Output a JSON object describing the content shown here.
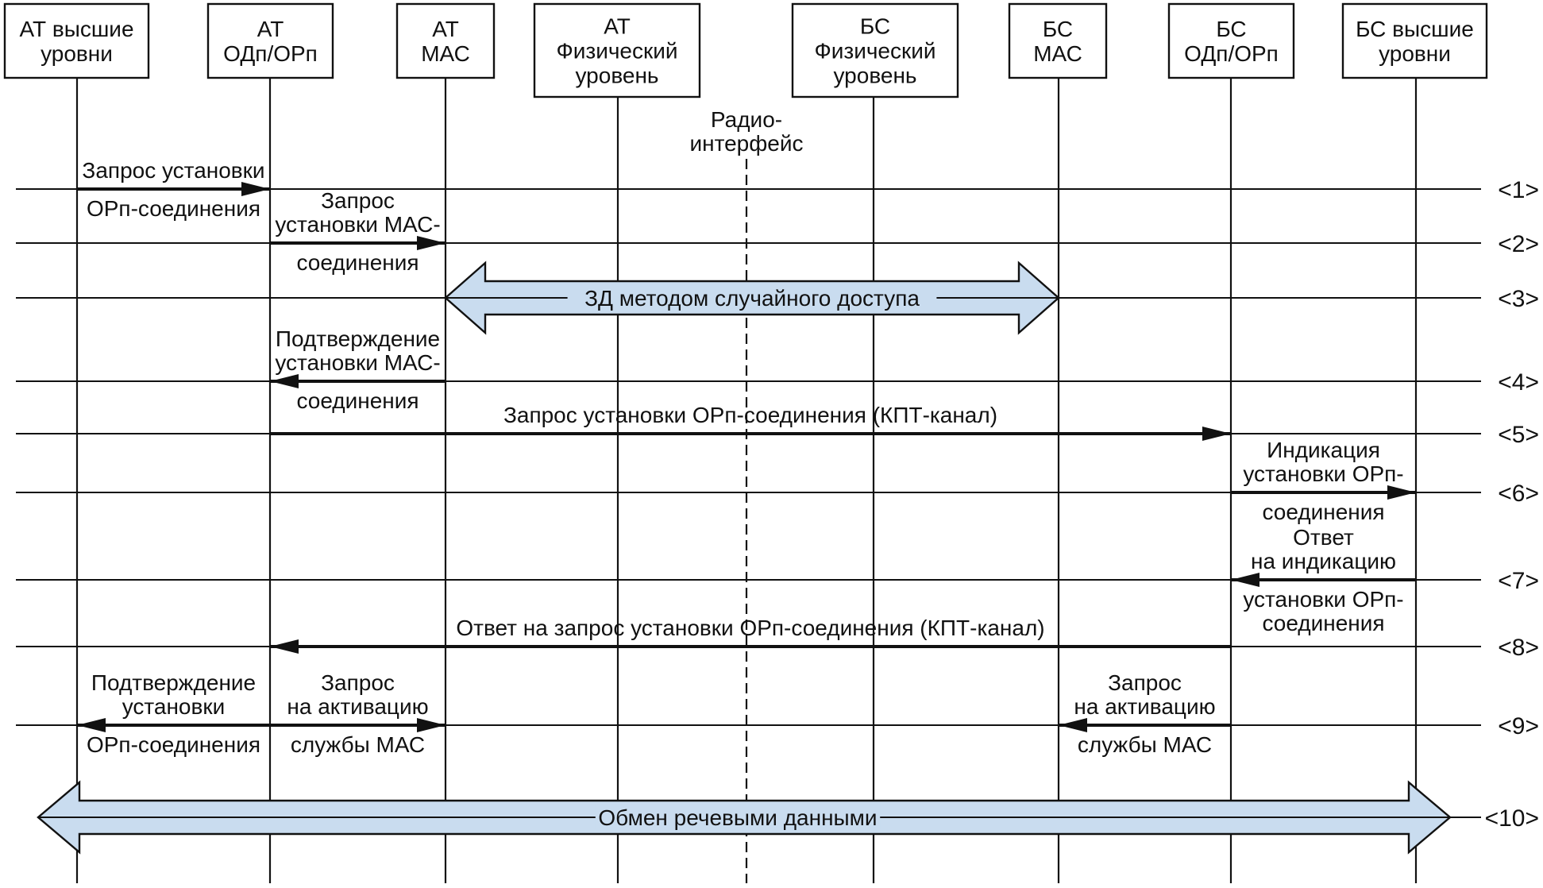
{
  "entities": [
    {
      "id": "at_upper",
      "lines": [
        "АТ высшие",
        "уровни"
      ]
    },
    {
      "id": "at_odp",
      "lines": [
        "АТ",
        "ОДп/ОРп"
      ]
    },
    {
      "id": "at_mac",
      "lines": [
        "АТ",
        "МАС"
      ]
    },
    {
      "id": "at_phy",
      "lines": [
        "АТ",
        "Физический",
        "уровень"
      ]
    },
    {
      "id": "bs_phy",
      "lines": [
        "БС",
        "Физический",
        "уровень"
      ]
    },
    {
      "id": "bs_mac",
      "lines": [
        "БС",
        "МАС"
      ]
    },
    {
      "id": "bs_odp",
      "lines": [
        "БС",
        "ОДп/ОРп"
      ]
    },
    {
      "id": "bs_upper",
      "lines": [
        "БС высшие",
        "уровни"
      ]
    }
  ],
  "radio_interface": {
    "lines": [
      "Радио-",
      "интерфейс"
    ]
  },
  "steps": [
    "<1>",
    "<2>",
    "<3>",
    "<4>",
    "<5>",
    "<6>",
    "<7>",
    "<8>",
    "<9>",
    "<10>"
  ],
  "messages": [
    {
      "step": 1,
      "from": "at_upper",
      "to": "at_odp",
      "above": [
        "Запрос установки"
      ],
      "below": [
        "ОРп-соединения"
      ]
    },
    {
      "step": 2,
      "from": "at_odp",
      "to": "at_mac",
      "above": [
        "Запрос",
        "установки МАС-"
      ],
      "below": [
        "соединения"
      ]
    },
    {
      "step": 4,
      "from": "at_mac",
      "to": "at_odp",
      "above": [
        "Подтверждение",
        "установки МАС-"
      ],
      "below": [
        "соединения"
      ]
    },
    {
      "step": 5,
      "from": "at_odp",
      "to": "bs_odp",
      "above": [
        "Запрос установки ОРп-соединения (КПТ-канал)"
      ],
      "below": []
    },
    {
      "step": 6,
      "from": "bs_odp",
      "to": "bs_upper",
      "above": [
        "Индикация",
        "установки ОРп-"
      ],
      "below": [
        "соединения"
      ]
    },
    {
      "step": 7,
      "from": "bs_upper",
      "to": "bs_odp",
      "above": [
        "Ответ",
        "на индикацию"
      ],
      "below": [
        "установки ОРп-",
        "соединения"
      ]
    },
    {
      "step": 8,
      "from": "bs_odp",
      "to": "at_odp",
      "above": [
        "Ответ на запрос установки ОРп-соединения (КПТ-канал)"
      ],
      "below": []
    },
    {
      "step": 9,
      "from": "at_odp",
      "to": "at_upper",
      "above": [
        "Подтверждение",
        "установки"
      ],
      "below": [
        "ОРп-соединения"
      ]
    },
    {
      "step": 9,
      "from": "at_odp",
      "to": "at_mac",
      "above": [
        "Запрос",
        "на активацию"
      ],
      "below": [
        "службы МАС"
      ]
    },
    {
      "step": 9,
      "from": "bs_odp",
      "to": "bs_mac",
      "above": [
        "Запрос",
        "на активацию"
      ],
      "below": [
        "службы МАС"
      ]
    }
  ],
  "bands": [
    {
      "step": 3,
      "from": "at_mac",
      "to": "bs_mac",
      "label": "ЗД методом случайного доступа"
    },
    {
      "step": 10,
      "from": "at_upper",
      "to": "bs_upper",
      "label": "Обмен речевыми данными"
    }
  ],
  "colors": {
    "band_fill": "#c9dcef",
    "line": "#111111",
    "background": "#ffffff"
  }
}
